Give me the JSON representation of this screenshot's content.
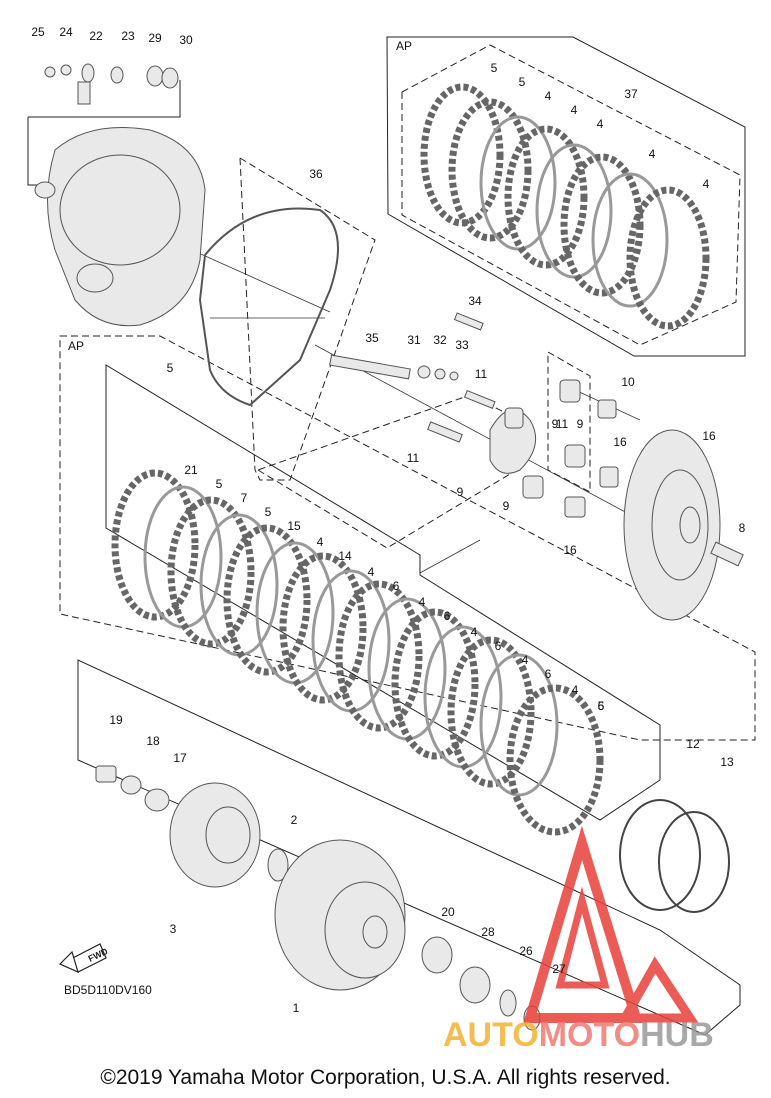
{
  "group_label": "AP",
  "diagram_code": "BD5D110DV160",
  "fwd_label": "FWD",
  "copyright": "©2019 Yamaha Motor Corporation, U.S.A. All rights reserved.",
  "watermark": {
    "part1": "AUTO",
    "part2": "MOTO",
    "part3": "HUB"
  },
  "colors": {
    "watermark_red": "#e8403a",
    "watermark_orange": "#f2b233",
    "watermark_gray": "#9a9a9a"
  },
  "callouts": [
    "25",
    "24",
    "22",
    "23",
    "29",
    "30",
    "36",
    "37",
    "5",
    "5",
    "4",
    "4",
    "4",
    "4",
    "4",
    "5",
    "35",
    "31",
    "32",
    "33",
    "34",
    "11",
    "11",
    "11",
    "9",
    "9",
    "9",
    "9",
    "10",
    "16",
    "16",
    "16",
    "8",
    "21",
    "5",
    "7",
    "5",
    "15",
    "4",
    "14",
    "4",
    "6",
    "4",
    "6",
    "4",
    "6",
    "4",
    "6",
    "4",
    "6",
    "5",
    "19",
    "18",
    "17",
    "2",
    "3",
    "1",
    "20",
    "28",
    "26",
    "27",
    "12",
    "13"
  ]
}
